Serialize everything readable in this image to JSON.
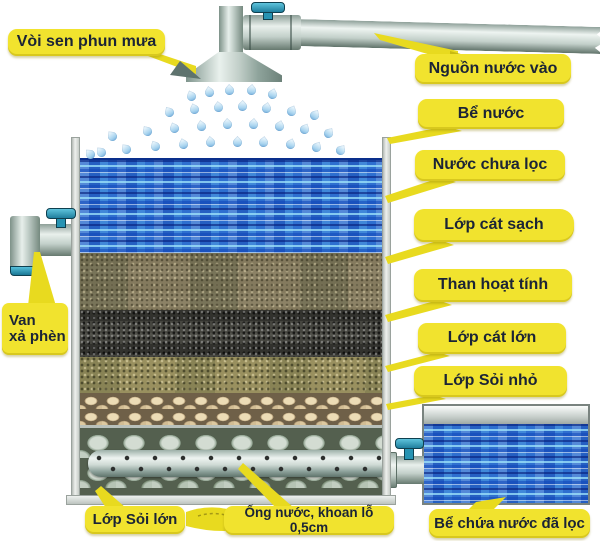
{
  "labels": {
    "shower_head": "Vòi sen phun mưa",
    "water_source": "Nguồn nước vào",
    "water_tank": "Bể nước",
    "unfiltered_water": "Nước chưa lọc",
    "clean_sand": "Lớp cát sạch",
    "activated_carbon": "Than hoạt tính",
    "coarse_sand": "Lớp cát lớn",
    "small_gravel": "Lớp Sỏi nhỏ",
    "alum_valve_line1": "Van",
    "alum_valve_line2": "xả phèn",
    "large_gravel": "Lớp Sỏi lớn",
    "drilled_pipe": "Ống nước, khoan lỗ 0,5cm",
    "filtered_tank": "Bể chứa nước đã lọc"
  },
  "colors": {
    "label_bg": "#f1e32e",
    "label_text": "#1b2436",
    "pointer_yellow": "#e8da1f",
    "water_blue": "#2e6fd0",
    "pipe_metal": "#c3d0ca",
    "valve_teal": "#2793b2"
  },
  "icons": {
    "valve_handle": "valve-handle-icon",
    "water_drop": "water-drop-icon"
  }
}
